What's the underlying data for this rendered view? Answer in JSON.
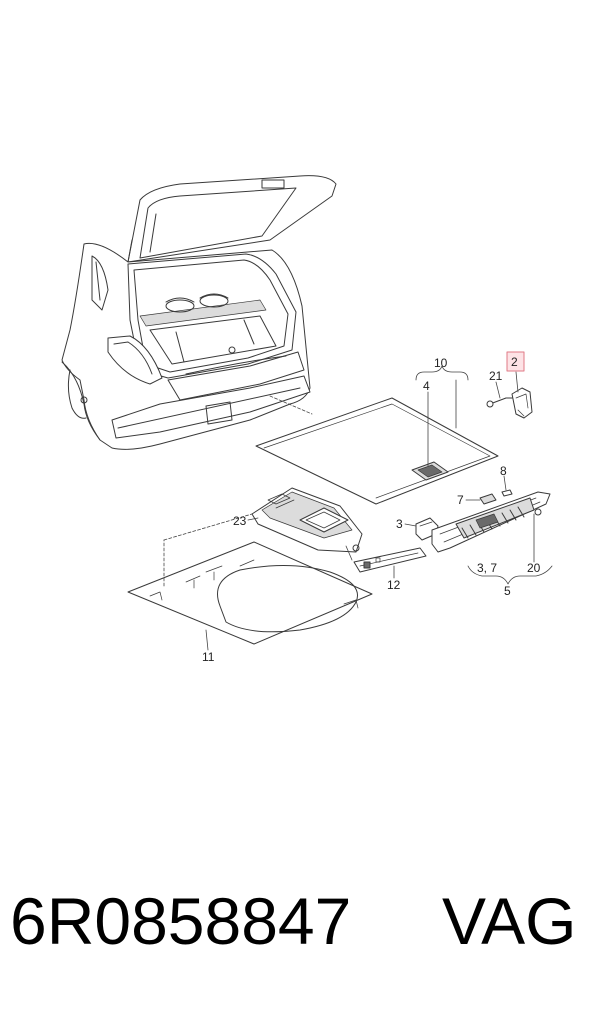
{
  "callouts": {
    "c2": "2",
    "c21": "21",
    "c10": "10",
    "c4": "4",
    "c8": "8",
    "c7": "7",
    "c3": "3",
    "c23": "23",
    "c12": "12",
    "c37": "3, 7",
    "c20": "20",
    "c5": "5",
    "c11": "11"
  },
  "highlight_color": "#e07a86",
  "footer": {
    "part_number": "6R0858847",
    "brand": "VAG"
  }
}
